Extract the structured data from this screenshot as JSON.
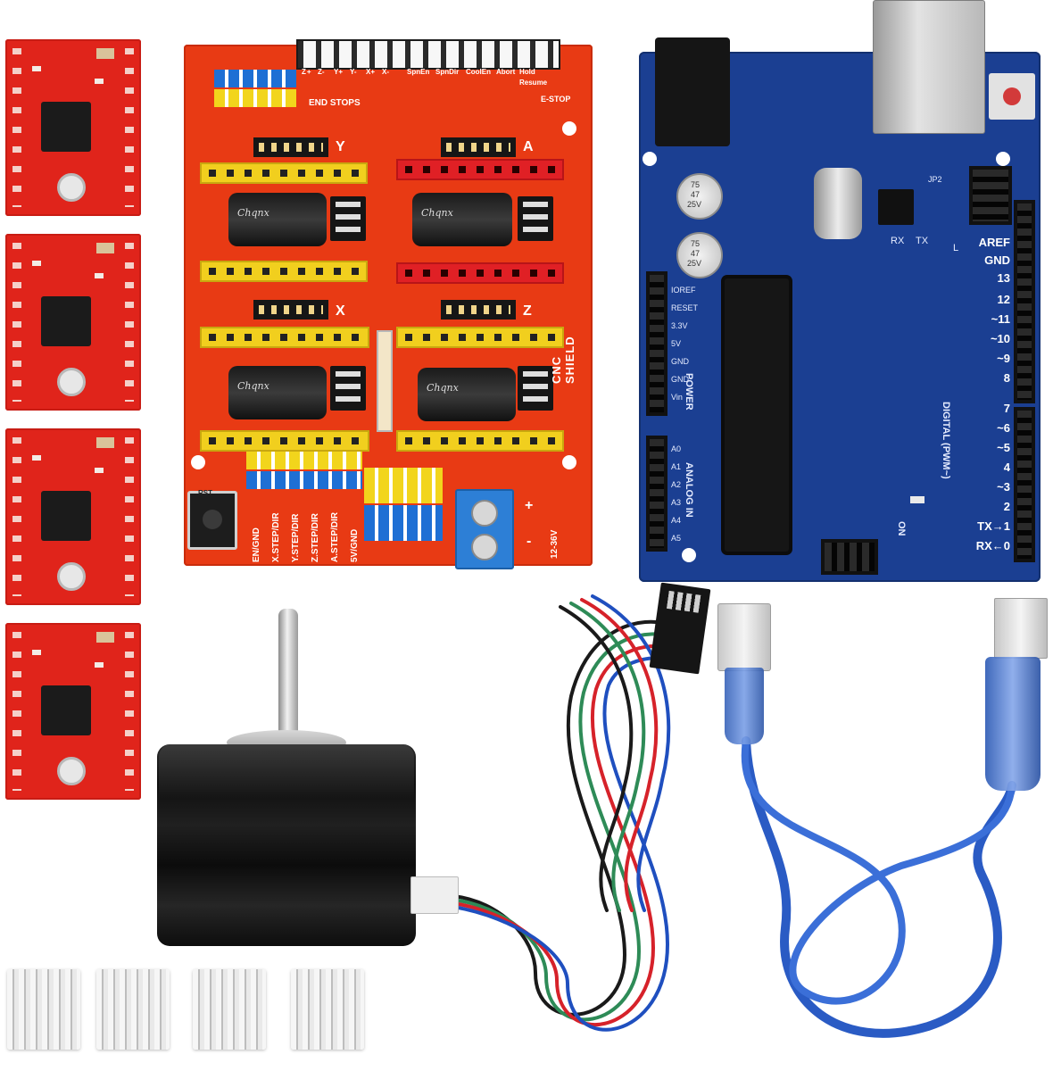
{
  "driver_modules": {
    "count": 4,
    "color": "#e0241b",
    "chip_color": "#1b1b1b"
  },
  "cnc_shield": {
    "title": "CNC SHIELD",
    "axis_labels": [
      "Y",
      "A",
      "X",
      "Z"
    ],
    "top_header_labels": [
      "Z+",
      "Z-",
      "Y+",
      "Y-",
      "X+",
      "X-",
      "SpnEn",
      "SpnDir",
      "CoolEn",
      "Abort",
      "Hold",
      "Resume",
      "E-STOP"
    ],
    "end_stops_label": "END STOPS",
    "bottom_labels": [
      "EN/GND",
      "X.STEP/DIR",
      "Y.STEP/DIR",
      "Z.STEP/DIR",
      "A.STEP/DIR",
      "5V/GND"
    ],
    "reset_label": "RST",
    "power_labels": [
      "+",
      "-",
      "12-36V"
    ],
    "color": "#e83a14"
  },
  "arduino_uno": {
    "color": "#1b3f92",
    "aref_label": "AREF",
    "gnd_label": "GND",
    "pin_numbers": [
      "13",
      "12",
      "~11",
      "~10",
      "~9",
      "8",
      "7",
      "~6",
      "~5",
      "4",
      "~3",
      "2",
      "TX→1",
      "RX←0"
    ],
    "digital_label": "DIGITAL (PWM~)",
    "power_label": "POWER",
    "analog_label": "ANALOG IN",
    "power_pins": [
      "IOREF",
      "RESET",
      "3.3V",
      "5V",
      "GND",
      "GND",
      "Vin"
    ],
    "analog_pins": [
      "A0",
      "A1",
      "A2",
      "A3",
      "A4",
      "A5"
    ],
    "status_leds": [
      "L",
      "TX",
      "RX",
      "ON"
    ],
    "jumper_label": "JP2",
    "cap_text": [
      "75",
      "47",
      "25V"
    ]
  },
  "stepper_motor": {
    "body_color": "#151515",
    "shaft_color": "#d9d9d9"
  },
  "motor_cable_colors": [
    "#1a1a1a",
    "#2e8b57",
    "#d6222a",
    "#1f4fbf"
  ],
  "usb_cable": {
    "color": "#1f4fbf"
  },
  "heatsinks": {
    "count": 4,
    "color": "#e6e6e6"
  }
}
